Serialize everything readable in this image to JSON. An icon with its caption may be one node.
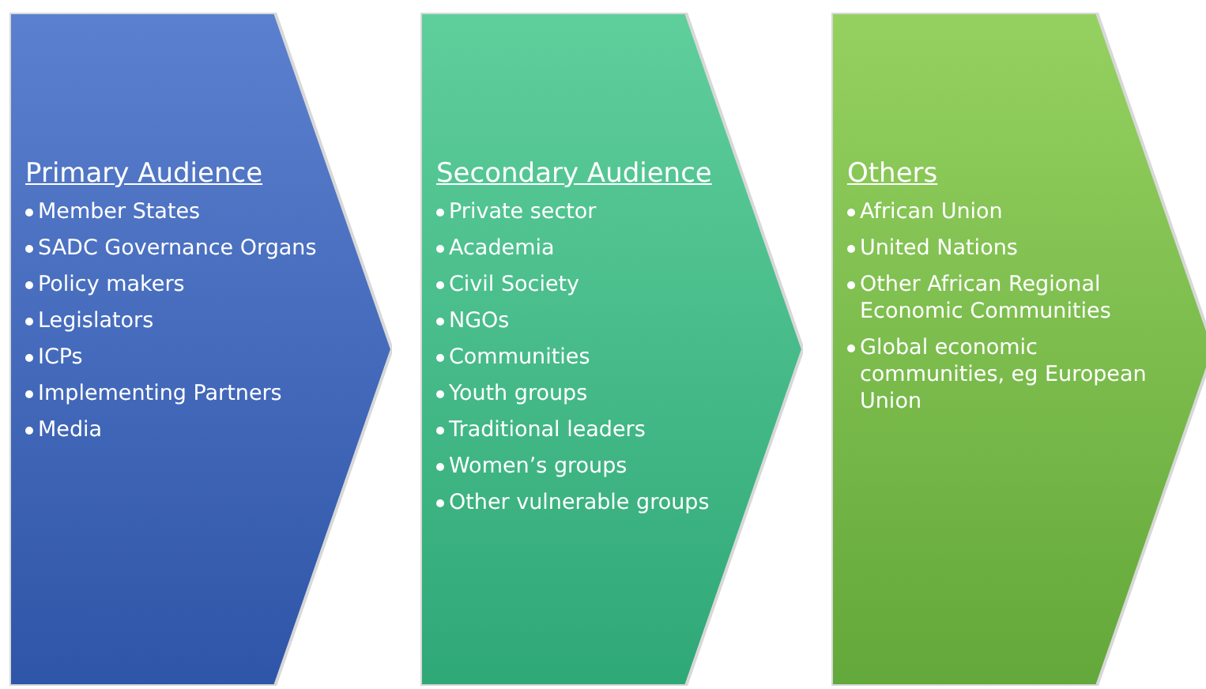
{
  "diagram": {
    "nodes": [
      {
        "text": [
          "Primary Audience",
          "Member States",
          "SADC Governance Organs",
          "Policy makers",
          "Legislators",
          "ICPs",
          "Implementing Partners",
          "Media"
        ]
      },
      {
        "text": [
          "Secondary Audience",
          "Private sector",
          "Academia",
          "Civil Society",
          "NGOs",
          "Communities",
          "Youth groups",
          "Traditional leaders",
          "Women’s groups",
          "Other vulnerable groups"
        ]
      },
      {
        "text": [
          "Others",
          "African Union",
          "United Nations",
          "Other African Regional Economic Communities",
          "Global economic communities, eg European Union"
        ]
      }
    ]
  }
}
